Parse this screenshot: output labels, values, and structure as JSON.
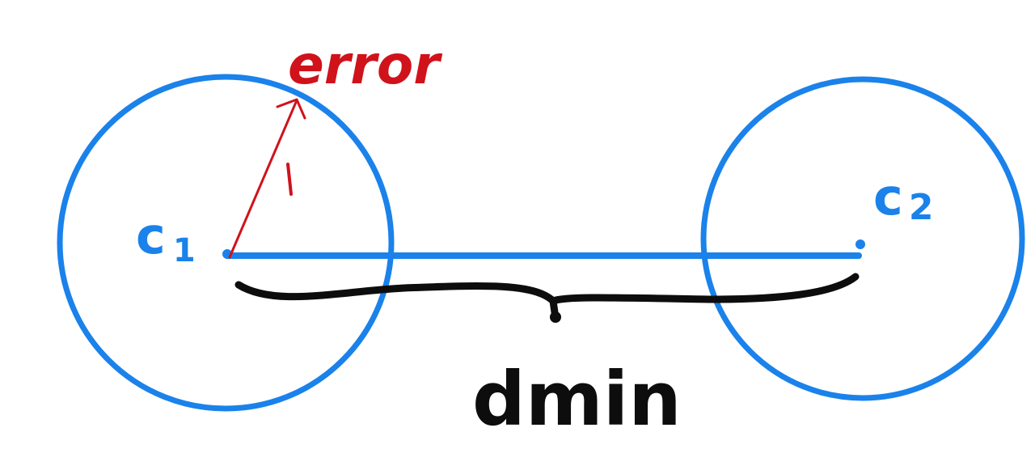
{
  "colors": {
    "background": "#ffffff",
    "blue": "#1a82ea",
    "red": "#d0121b",
    "black": "#0d0d0d"
  },
  "labels": {
    "error": "error",
    "c1_letter": "c",
    "c1_sub": "1",
    "c2_letter": "c",
    "c2_sub": "2",
    "radius": "1",
    "dmin": "dmin"
  }
}
